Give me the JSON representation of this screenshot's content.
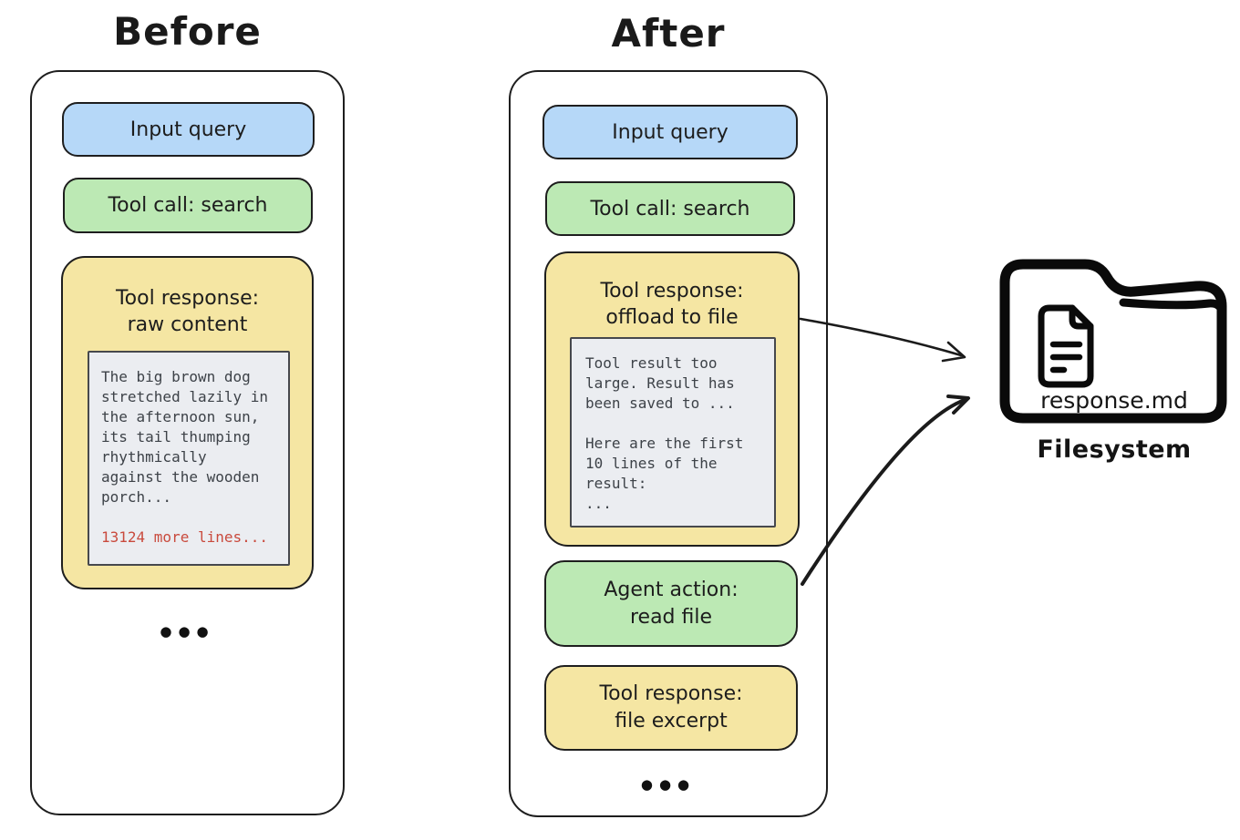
{
  "colors": {
    "blue": "#b6d8f8",
    "green": "#bce9b4",
    "yellow": "#f5e6a3",
    "panel-gray": "#ebedf1",
    "red": "#c94a3d",
    "ink": "#1d1d1d"
  },
  "before": {
    "title": "Before",
    "input_query": "Input query",
    "tool_call": "Tool call: search",
    "tool_response": {
      "label": "Tool response:\nraw content",
      "snippet": "The big brown dog\nstretched lazily in\nthe afternoon sun,\nits tail thumping\nrhythmically\nagainst the wooden\nporch...",
      "more": "13124 more lines..."
    },
    "ellipsis": "●●●"
  },
  "after": {
    "title": "After",
    "input_query": "Input query",
    "tool_call": "Tool call: search",
    "tool_response_offload": {
      "label": "Tool response:\noffload to file",
      "snippet": "Tool result too\nlarge. Result has\nbeen saved to ...\n\nHere are the first\n10 lines of the\nresult:\n..."
    },
    "agent_action": "Agent action:\nread file",
    "tool_response_excerpt": "Tool response:\nfile excerpt",
    "ellipsis": "●●●"
  },
  "filesystem": {
    "file_name": "response.md",
    "caption": "Filesystem"
  }
}
